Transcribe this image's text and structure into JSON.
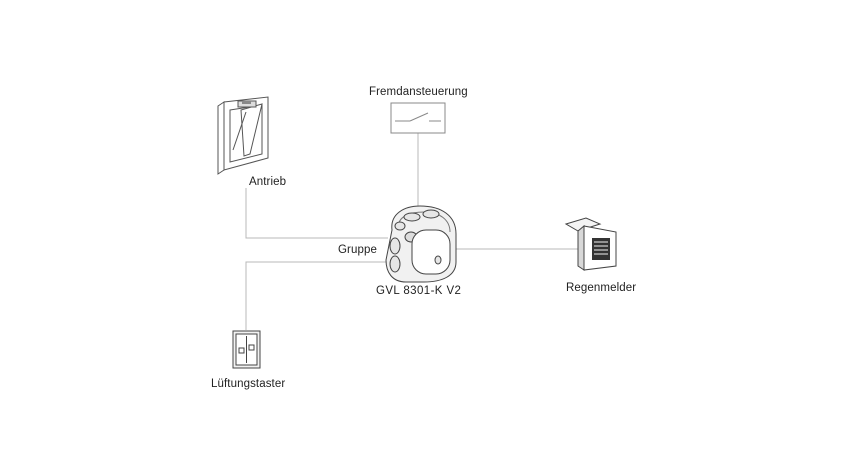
{
  "labels": {
    "external_control": "Fremdansteuerung",
    "actuator": "Antrieb",
    "group": "Gruppe",
    "controller": "GVL 8301-K V2",
    "rain_sensor": "Regenmelder",
    "vent_button": "Lüftungstaster"
  },
  "colors": {
    "wire": "#b8b8b8",
    "outline": "#555555",
    "text": "#222222"
  }
}
